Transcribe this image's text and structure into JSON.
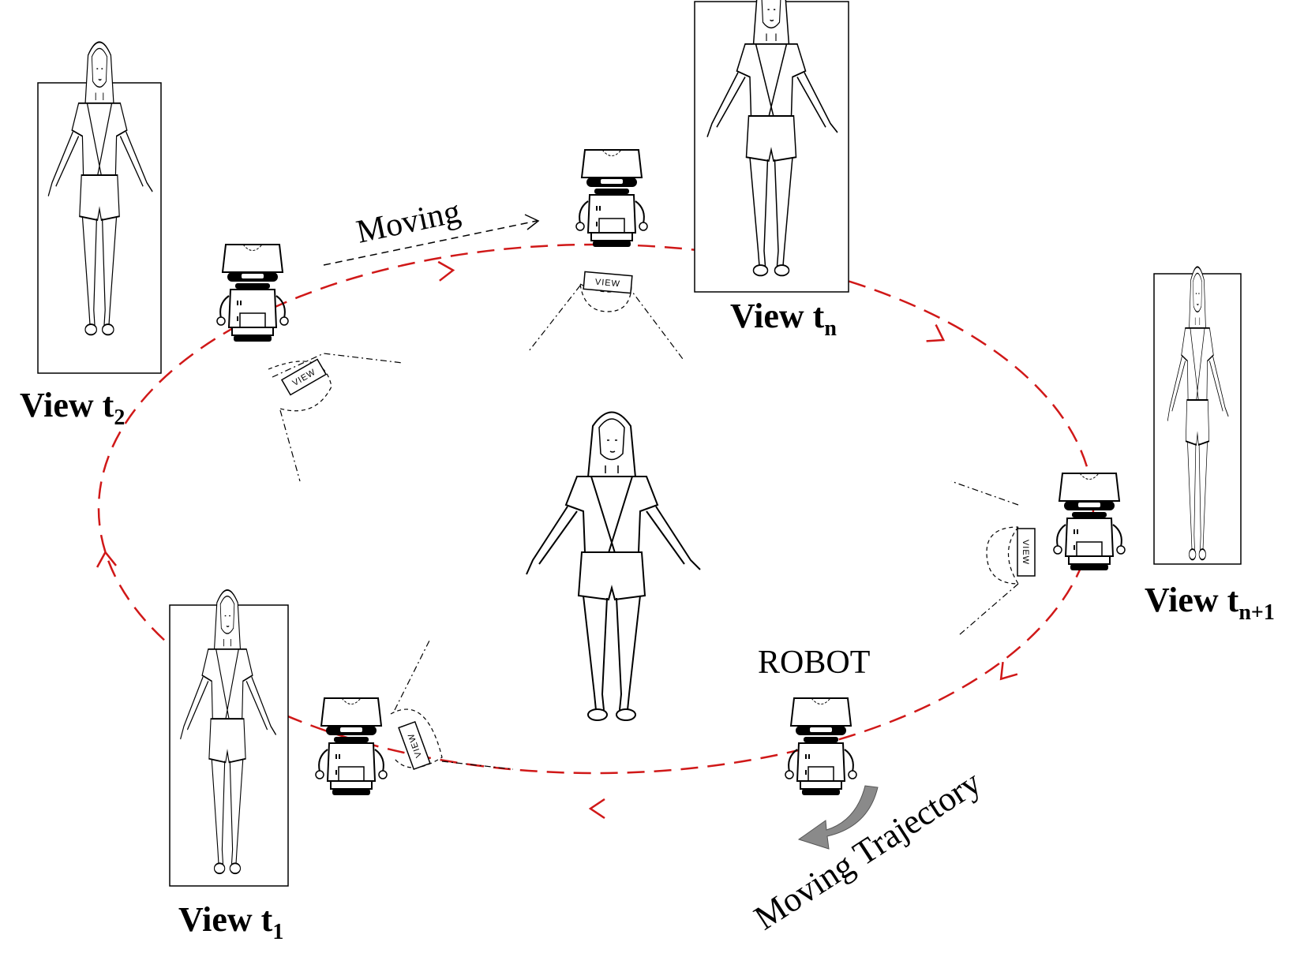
{
  "labels": {
    "moving": "Moving",
    "robot": "ROBOT",
    "moving_trajectory": "Moving Trajectory"
  },
  "views": [
    {
      "prefix": "View t",
      "sub": "2"
    },
    {
      "prefix": "View t",
      "sub": "n"
    },
    {
      "prefix": "View t",
      "sub": "n+1"
    },
    {
      "prefix": "View t",
      "sub": "1"
    }
  ],
  "view_badge_text": "VIEW",
  "colors": {
    "trajectory": "#d01818",
    "ink": "#000000",
    "arrow_grey": "#8a8a8a"
  }
}
